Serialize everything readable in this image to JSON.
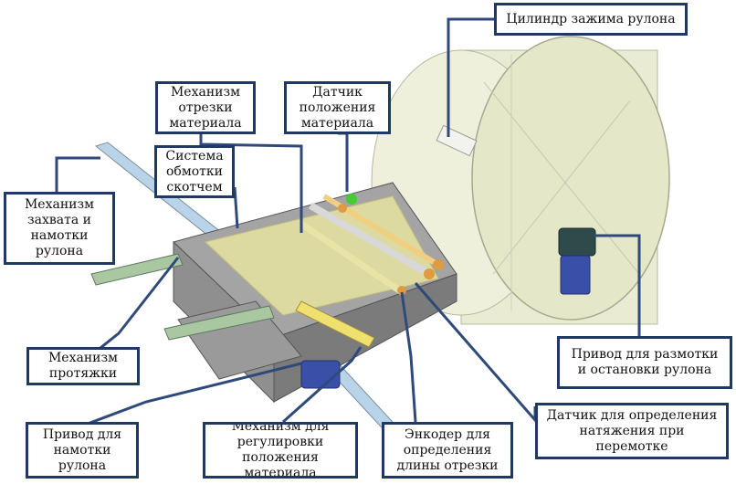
{
  "labels": {
    "roll_clamp_cylinder": "Цилиндр зажима рулона",
    "cutting_mechanism": "Механизм\nотрезки\nматериала",
    "material_position_sensor": "Датчик\nположения\nматериала",
    "tape_wrap_system": "Система\nобмотки\nскотчем",
    "roll_grip_winding": "Механизм\nзахвата и\nнамотки\nрулона",
    "pulling_mechanism": "Механизм\nпротяжки",
    "unwind_stop_drive": "Привод для размотки\nи остановки рулона",
    "tension_sensor": "Датчик для определения\nнатяжения при\nперемотке",
    "winding_drive": "Привод для\nнамотки\nрулона",
    "position_adjust_mechanism": "Механизм для\nрегулировки положения\nматериала",
    "cut_length_encoder": "Энкодер для\nопределения\nдлины отрезки"
  },
  "colors": {
    "label_border": "#1f3864",
    "leader_line": "#2f4a7a",
    "frame_gray": "#8f8f8f",
    "roll_fill": "#e9ecd3",
    "film_yellow": "#f3f0a0",
    "cylinder_green": "#a9c8a2",
    "motor_blue": "#3a4fa8",
    "unwind_motor_dark": "#2f4a4a",
    "roller_orange": "#e09a40",
    "sensor_green": "#44cc33"
  }
}
